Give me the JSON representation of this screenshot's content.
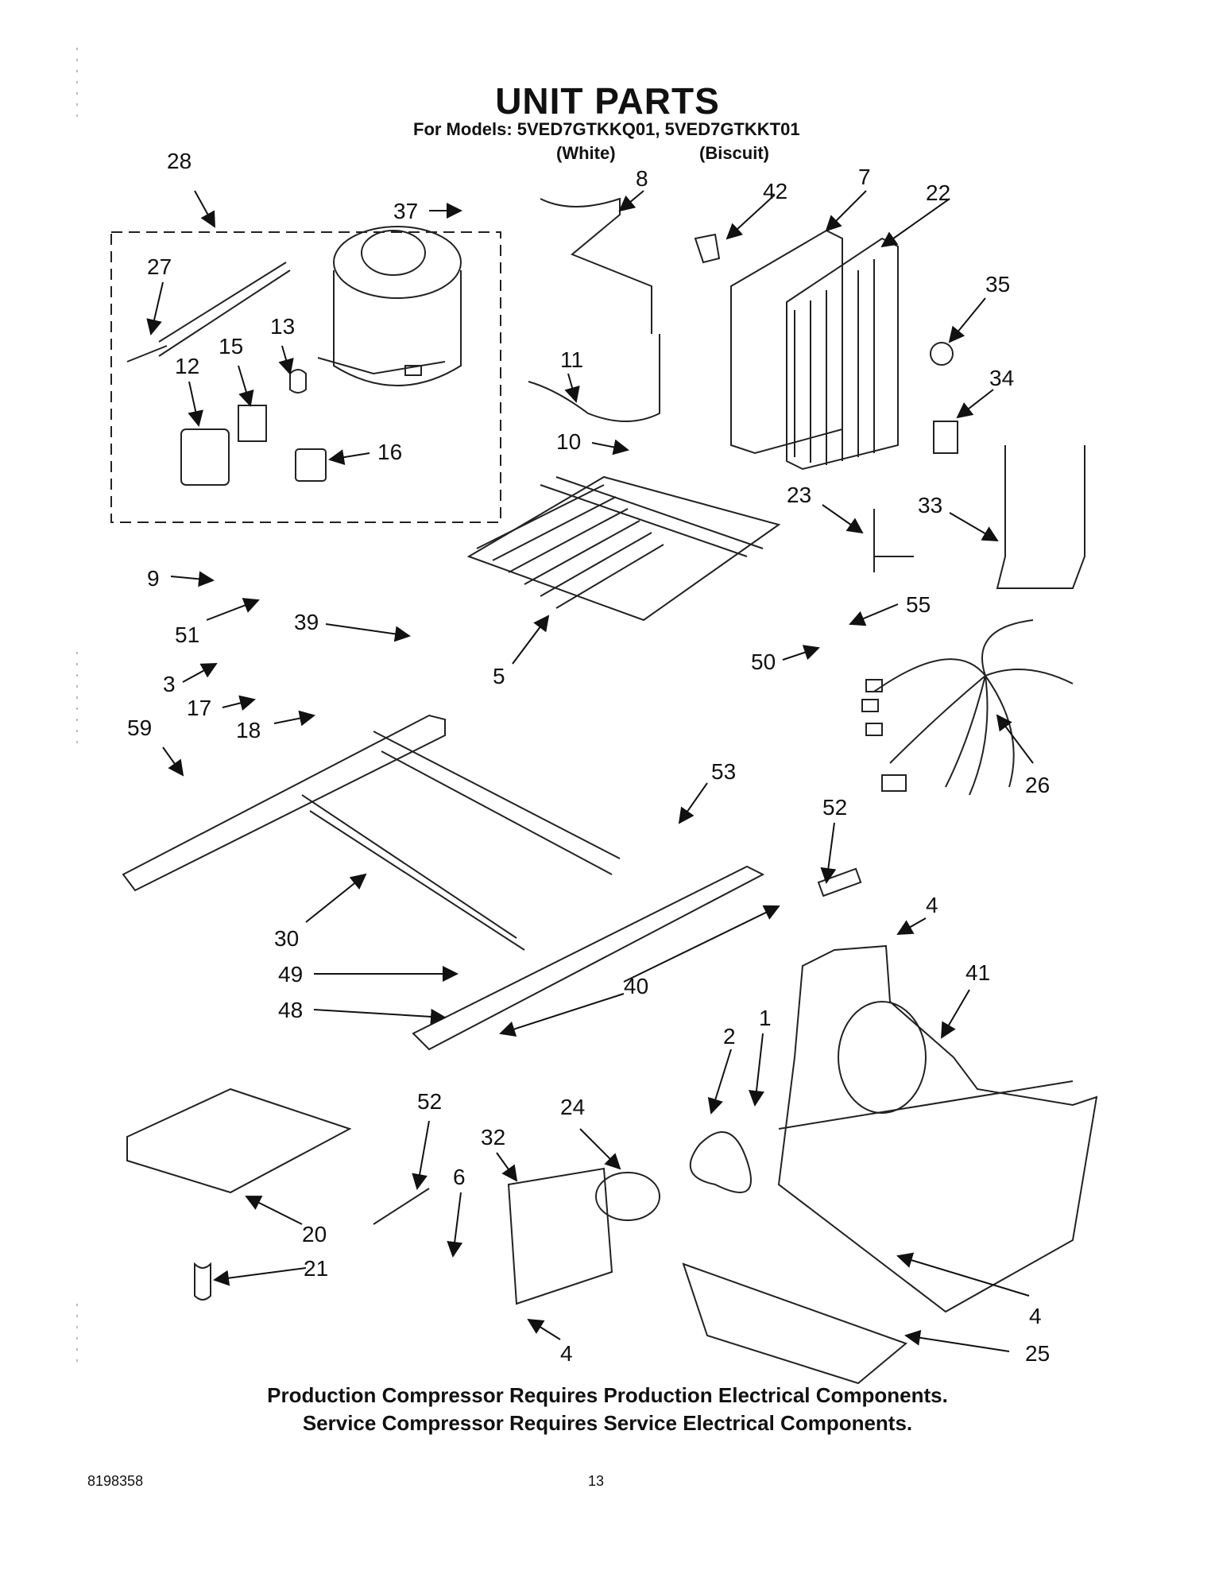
{
  "page": {
    "title": "UNIT PARTS",
    "models_line": "For Models: 5VED7GTKKQ01, 5VED7GTKKT01",
    "variant_white": "(White)",
    "variant_biscuit": "(Biscuit)"
  },
  "callouts": [
    {
      "id": "28",
      "text": "28"
    },
    {
      "id": "37",
      "text": "37"
    },
    {
      "id": "8",
      "text": "8"
    },
    {
      "id": "42",
      "text": "42"
    },
    {
      "id": "7",
      "text": "7"
    },
    {
      "id": "22",
      "text": "22"
    },
    {
      "id": "27",
      "text": "27"
    },
    {
      "id": "35",
      "text": "35"
    },
    {
      "id": "13",
      "text": "13"
    },
    {
      "id": "15",
      "text": "15"
    },
    {
      "id": "12",
      "text": "12"
    },
    {
      "id": "11",
      "text": "11"
    },
    {
      "id": "34",
      "text": "34"
    },
    {
      "id": "16",
      "text": "16"
    },
    {
      "id": "10",
      "text": "10"
    },
    {
      "id": "23",
      "text": "23"
    },
    {
      "id": "33",
      "text": "33"
    },
    {
      "id": "9",
      "text": "9"
    },
    {
      "id": "55",
      "text": "55"
    },
    {
      "id": "51",
      "text": "51"
    },
    {
      "id": "39",
      "text": "39"
    },
    {
      "id": "50",
      "text": "50"
    },
    {
      "id": "5",
      "text": "5"
    },
    {
      "id": "3",
      "text": "3"
    },
    {
      "id": "17",
      "text": "17"
    },
    {
      "id": "18",
      "text": "18"
    },
    {
      "id": "59",
      "text": "59"
    },
    {
      "id": "26",
      "text": "26"
    },
    {
      "id": "53",
      "text": "53"
    },
    {
      "id": "52a",
      "text": "52"
    },
    {
      "id": "4a",
      "text": "4"
    },
    {
      "id": "30",
      "text": "30"
    },
    {
      "id": "41",
      "text": "41"
    },
    {
      "id": "49",
      "text": "49"
    },
    {
      "id": "40",
      "text": "40"
    },
    {
      "id": "48",
      "text": "48"
    },
    {
      "id": "1",
      "text": "1"
    },
    {
      "id": "2",
      "text": "2"
    },
    {
      "id": "52b",
      "text": "52"
    },
    {
      "id": "24",
      "text": "24"
    },
    {
      "id": "32",
      "text": "32"
    },
    {
      "id": "6",
      "text": "6"
    },
    {
      "id": "20",
      "text": "20"
    },
    {
      "id": "21",
      "text": "21"
    },
    {
      "id": "4b",
      "text": "4"
    },
    {
      "id": "25",
      "text": "25"
    },
    {
      "id": "4c",
      "text": "4"
    }
  ],
  "notes": {
    "line1": "Production Compressor Requires Production Electrical Components.",
    "line2": "Service Compressor Requires Service Electrical Components."
  },
  "footer": {
    "doc_number": "8198358",
    "page_number": "13"
  }
}
